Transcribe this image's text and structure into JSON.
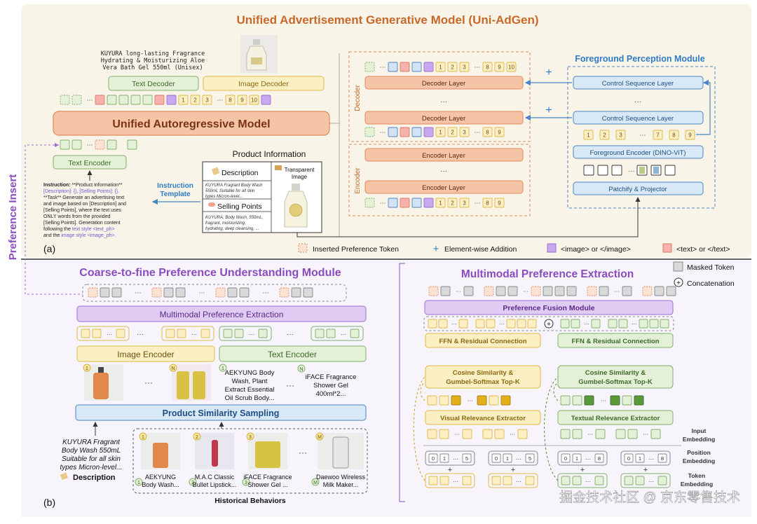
{
  "top": {
    "title": "Unified Advertisement Generative Model (Uni-AdGen)",
    "product_caption": [
      "KUYURA long-lasting Fragrance",
      "Hydrating & Moisturizing Aloe",
      "Vera Bath Gel 550ml (Unisex)"
    ],
    "text_decoder": "Text Decoder",
    "image_decoder": "Image Decoder",
    "unified_model": "Unified Autoregressive Model",
    "text_encoder": "Text Encoder",
    "product_information": "Product Information",
    "description_label": "Description",
    "transparent_image": [
      "Transparent",
      "Image"
    ],
    "selling_points_label": "Selling Points",
    "desc_text": [
      "KUYURA Fragrant Body Wash",
      "550mL Suitable for all skin",
      "types Micron-level..."
    ],
    "sp_text": [
      "KUYURA, Body Wash, 550mL,",
      "fragrant, moisturizing,",
      "hydrating, deep cleansing, ..."
    ],
    "instruction_template": [
      "Instruction",
      "Template"
    ],
    "instruction_lines": [
      "**Product Information**",
      "[Description]: {}, [Selling Points]: {}.",
      "**Task** Generate an advertising text",
      "and image based on [Description] and",
      "[Selling Points], where the text uses",
      "ONLY words from the provided",
      "[Selling Points]. Generation content",
      "following the",
      "and the"
    ],
    "instruction_bold": "Instruction:",
    "text_style": "text style <text_ph>",
    "image_style": "image style <image_ph>.",
    "decoder_label": "Decoder",
    "encoder_label": "Encoder",
    "decoder_layer": "Decoder Layer",
    "encoder_layer": "Encoder Layer",
    "ellipsis": "···",
    "fpm_title": "Foreground Perception Module",
    "control_seq_layer": "Control Sequence Layer",
    "foreground_encoder": "Foreground Encoder (DINO-ViT)",
    "patchify": "Patchify & Projector",
    "plus": "+",
    "panel_label": "(a)",
    "legend": {
      "inserted": "Inserted Preference Token",
      "addition": "Element-wise Addition",
      "image_tok": "<image> or </image>",
      "text_tok": "<text> or </text>"
    },
    "token_numbers_top": [
      "1",
      "2",
      "3",
      "8",
      "9",
      "10"
    ],
    "token_numbers_fpm": [
      "1",
      "2",
      "3",
      "7",
      "8",
      "9"
    ],
    "token_numbers_enc": [
      "1",
      "2",
      "3",
      "8",
      "9"
    ]
  },
  "side_label": "Preference Insert",
  "bottom_left": {
    "title": "Coarse-to-fine Preference Understanding Module",
    "mpe": "Multimodal Preference Extraction",
    "image_encoder": "Image Encoder",
    "text_encoder": "Text Encoder",
    "product_text_1": [
      "AEKYUNG Body",
      "Wash, Plant",
      "Extract Essential",
      "Oil Scrub Body..."
    ],
    "product_text_n": [
      "iFACE Fragrance",
      "Shower Gel",
      "400ml*2..."
    ],
    "badge_1": "1",
    "badge_n": "N",
    "badge_m": "M",
    "badge_2": "2",
    "badge_3": "3",
    "sampling": "Product Similarity Sampling",
    "query_text": [
      "KUYURA Fragrant",
      "Body Wash 550mL",
      "Suitable for all skin",
      "types Micron-level..."
    ],
    "description": "Description",
    "history": [
      {
        "name": [
          "AEKYUNG",
          "Body Wash..."
        ]
      },
      {
        "name": [
          "M.A.C Classic",
          "Bullet Lipstick..."
        ]
      },
      {
        "name": [
          "iFACE Fragrance",
          "Shower Gel ..."
        ]
      },
      {
        "name": [
          "Daewoo Wireless",
          "Milk Maker..."
        ]
      }
    ],
    "historical_behaviors": "Historical Behaviors",
    "panel_label": "(b)"
  },
  "bottom_right": {
    "title": "Multimodal Preference Extraction",
    "masked_token": "Masked Token",
    "concatenation": "Concatenation",
    "fusion": "Preference Fusion Module",
    "ffn": "FFN & Residual Connection",
    "cosine": [
      "Cosine Similarity &",
      "Gumbel-Softmax Top-K"
    ],
    "visual_extractor": "Visual Relevance Extractor",
    "textual_extractor": "Textual Relevance Extractor",
    "input_embedding": [
      "Input",
      "Embedding"
    ],
    "position_embedding": [
      "Position",
      "Embedding"
    ],
    "token_embedding": [
      "Token",
      "Embedding"
    ],
    "pos_visual": [
      "0",
      "1",
      "5",
      "0",
      "1",
      "5"
    ],
    "pos_textual": [
      "0",
      "1",
      "8",
      "0",
      "1",
      "8"
    ]
  },
  "watermark": "掘金技术社区 @ 京东零售技术",
  "colors": {
    "green": "#7fb069",
    "green_fill": "#e4f0d8",
    "yellow": "#e0b848",
    "yellow_fill": "#fcefc4",
    "purple": "#9b6fd0",
    "purple_fill": "#e6d4f6",
    "orange": "#e28a5c",
    "orange_fill": "#f7cfb5",
    "blue": "#4a86c5",
    "blue_fill": "#d9e8f6",
    "title_orange": "#c8682a",
    "title_purple": "#8a4cbf",
    "title_blue": "#2f7bc4"
  }
}
